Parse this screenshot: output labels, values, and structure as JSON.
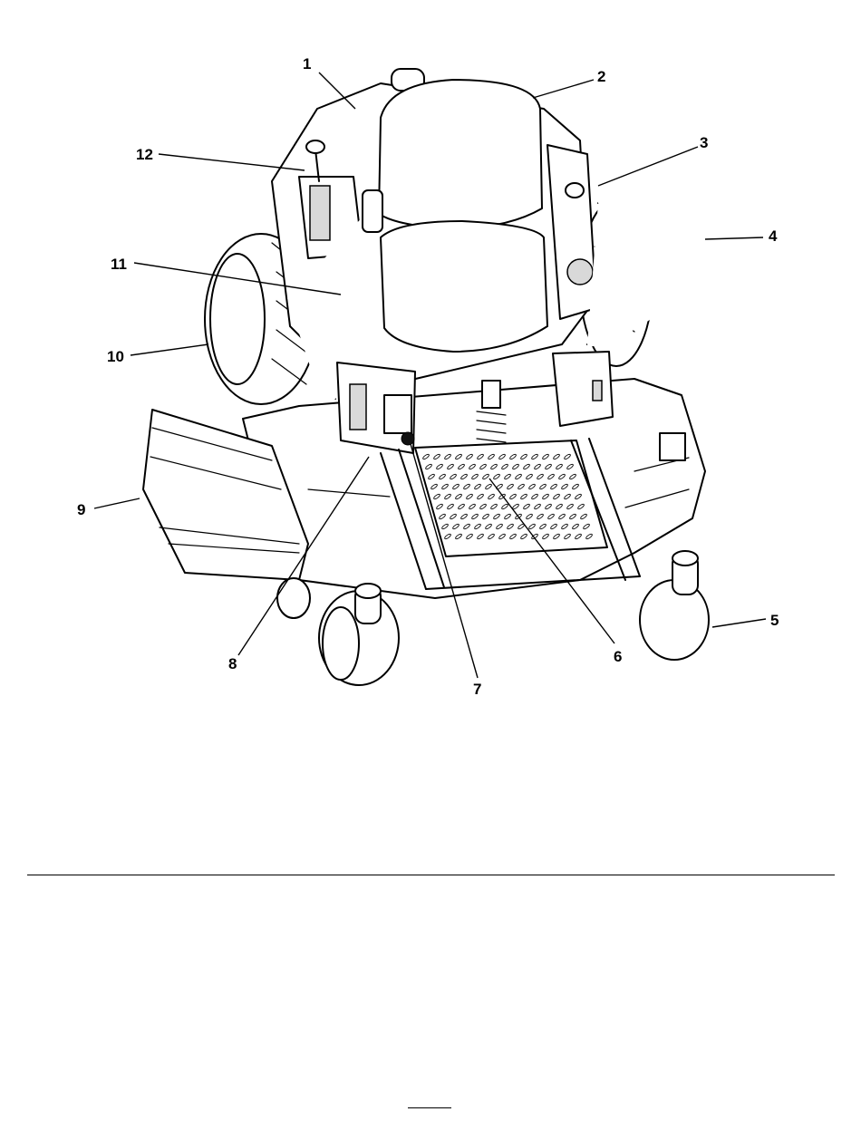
{
  "figure": {
    "callouts": [
      {
        "id": "c1",
        "label": "1"
      },
      {
        "id": "c2",
        "label": "2"
      },
      {
        "id": "c3",
        "label": "3"
      },
      {
        "id": "c4",
        "label": "4"
      },
      {
        "id": "c5",
        "label": "5"
      },
      {
        "id": "c6",
        "label": "6"
      },
      {
        "id": "c7",
        "label": "7"
      },
      {
        "id": "c8",
        "label": "8"
      },
      {
        "id": "c9",
        "label": "9"
      },
      {
        "id": "c10",
        "label": "10"
      },
      {
        "id": "c11",
        "label": "11"
      },
      {
        "id": "c12",
        "label": "12"
      }
    ]
  },
  "colors": {
    "ink": "#000000",
    "paper": "#ffffff",
    "shade": "#d9d9d9"
  }
}
